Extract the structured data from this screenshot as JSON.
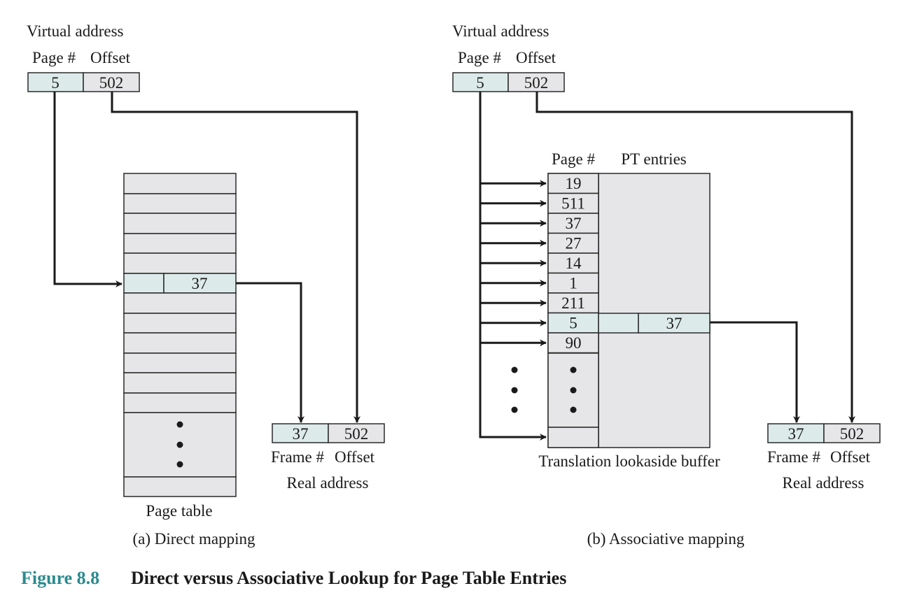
{
  "direct": {
    "virtual_address_label": "Virtual address",
    "page_label": "Page #",
    "offset_label": "Offset",
    "page_value": "5",
    "offset_value": "502",
    "entry_frame_value": "37",
    "page_table_label": "Page table",
    "frame_value": "37",
    "real_offset_value": "502",
    "frame_label": "Frame #",
    "real_offset_label": "Offset",
    "real_address_label": "Real address",
    "subcaption": "(a) Direct mapping"
  },
  "associative": {
    "virtual_address_label": "Virtual address",
    "page_label": "Page #",
    "offset_label": "Offset",
    "page_value": "5",
    "offset_value": "502",
    "tlb_page_header": "Page #",
    "tlb_entries_header": "PT entries",
    "tlb_pages": [
      "19",
      "511",
      "37",
      "27",
      "14",
      "1",
      "211",
      "5",
      "90"
    ],
    "matched_frame_value": "37",
    "tlb_label": "Translation lookaside buffer",
    "frame_value": "37",
    "real_offset_value": "502",
    "frame_label": "Frame #",
    "real_offset_label": "Offset",
    "real_address_label": "Real address",
    "subcaption": "(b) Associative mapping"
  },
  "figure": {
    "number": "Figure 8.8",
    "title": "Direct versus Associative Lookup for Page Table Entries"
  },
  "colors": {
    "teal_cell": "#dcebea",
    "gray_cell": "#e6e6e8",
    "caption_number": "#2b8a8f"
  }
}
